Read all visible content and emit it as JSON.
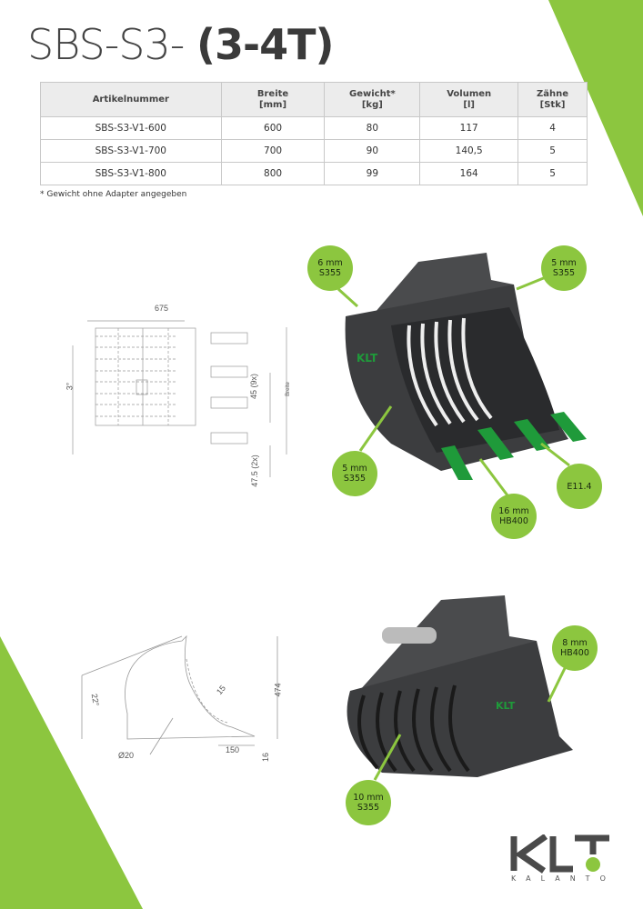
{
  "title": {
    "prefix": "SBS-S3- ",
    "bold": "(3-4T)"
  },
  "table": {
    "headers": [
      {
        "l1": "Artikelnummer",
        "l2": ""
      },
      {
        "l1": "Breite",
        "l2": "[mm]"
      },
      {
        "l1": "Gewicht*",
        "l2": "[kg]"
      },
      {
        "l1": "Volumen",
        "l2": "[l]"
      },
      {
        "l1": "Zähne",
        "l2": "[Stk]"
      }
    ],
    "rows": [
      [
        "SBS-S3-V1-600",
        "600",
        "80",
        "117",
        "4"
      ],
      [
        "SBS-S3-V1-700",
        "700",
        "90",
        "140,5",
        "5"
      ],
      [
        "SBS-S3-V1-800",
        "800",
        "99",
        "164",
        "5"
      ]
    ]
  },
  "note": "* Gewicht ohne Adapter angegeben",
  "drawing_top": {
    "width": "675",
    "angle": "3°",
    "spacing": "45 (9x)",
    "breite": "Breite",
    "edge": "47.5 (2x)"
  },
  "drawing_side": {
    "angle": "22°",
    "thickness": "15",
    "height": "474",
    "hole": "Ø20",
    "lip": "150",
    "lip_t": "16"
  },
  "callouts": [
    {
      "l1": "6 mm",
      "l2": "S355"
    },
    {
      "l1": "5 mm",
      "l2": "S355"
    },
    {
      "l1": "5 mm",
      "l2": "S355"
    },
    {
      "l1": "16 mm",
      "l2": "HB400"
    },
    {
      "l1": "E11.4",
      "l2": ""
    },
    {
      "l1": "8 mm",
      "l2": "HB400"
    },
    {
      "l1": "10 mm",
      "l2": "S355"
    }
  ],
  "logo": {
    "mark": "KLT",
    "name": "KALANTO"
  },
  "colors": {
    "accent": "#8cc63f",
    "bucket": "#3c3d3f",
    "teeth": "#1f9a3a"
  }
}
